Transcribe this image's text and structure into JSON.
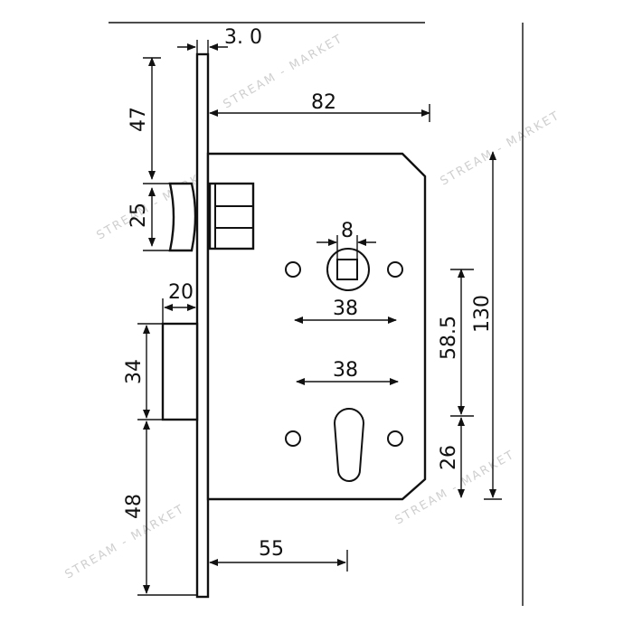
{
  "dimensions": {
    "faceplate_thickness": "3. 0",
    "backset_top": "47",
    "case_depth": "82",
    "latch_height": "25",
    "spindle_square": "8",
    "spindle_spacing": "38",
    "cylinder_spacing": "38",
    "bolt_throw": "20",
    "bolt_height": "34",
    "bottom_offset": "48",
    "backset": "55",
    "center_distance": "58.5",
    "cylinder_offset": "26",
    "case_height": "130"
  },
  "watermark": {
    "text": "STREAM - MARKET"
  }
}
